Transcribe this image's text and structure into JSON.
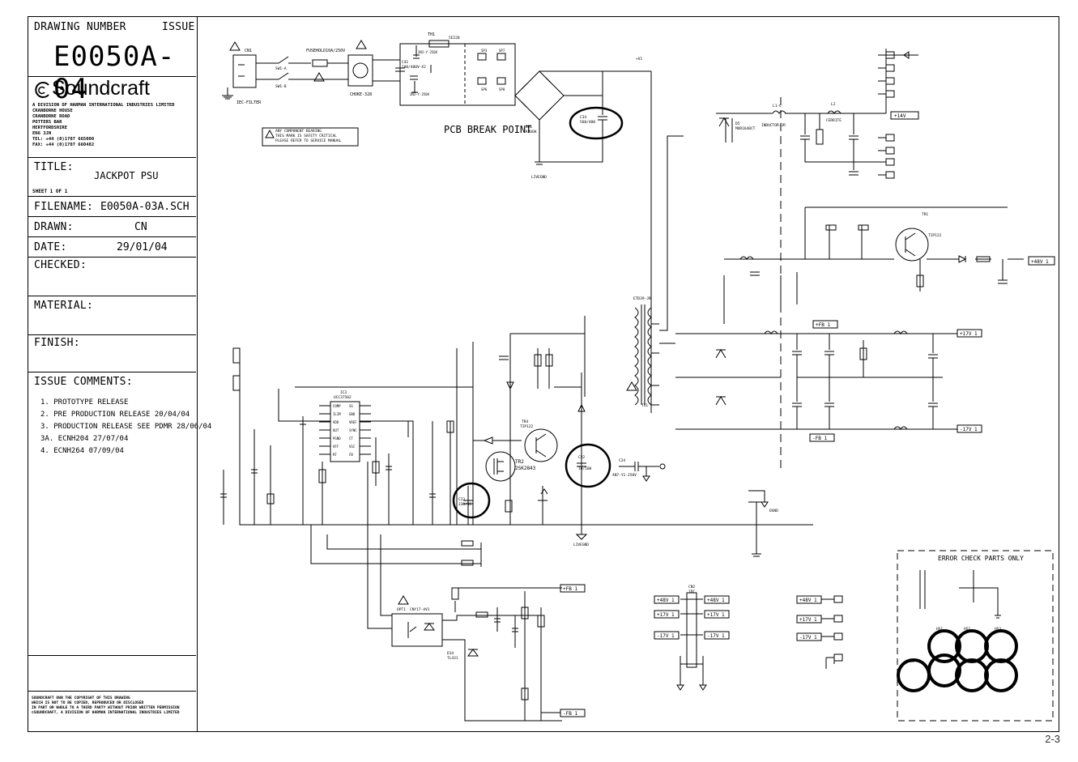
{
  "title_block": {
    "drawing_number_label": "DRAWING NUMBER",
    "issue_label": "ISSUE",
    "drawing_number": "E0050A-04",
    "company": "Soundcraft",
    "address": [
      "A DIVISION OF HARMAN INTERNATIONAL INDUSTRIES LIMITED",
      "CRANBORNE HOUSE",
      "CRANBORNE ROAD",
      "POTTERS BAR",
      "HERTFORDSHIRE",
      "EN6 3JN",
      "TEL: +44 (0)1707 665000",
      "FAX: +44 (0)1707 660482"
    ],
    "title_label": "TITLE:",
    "title": "JACKPOT PSU",
    "sheet": "SHEET 1 OF 1",
    "filename_label": "FILENAME:",
    "filename": "E0050A-03A.SCH",
    "drawn_label": "DRAWN:",
    "drawn": "CN",
    "date_label": "DATE:",
    "date": "29/01/04",
    "checked_label": "CHECKED:",
    "material_label": "MATERIAL:",
    "finish_label": "FINISH:",
    "issue_comments_label": "ISSUE COMMENTS:",
    "issue_comments": [
      "1. PROTOTYPE RELEASE",
      "2. PRE PRODUCTION RELEASE 20/04/04",
      "3. PRODUCTION RELEASE SEE PDMR 28/06/04",
      "3A. ECNH204 27/07/04",
      "4. ECNH264 07/09/04"
    ],
    "copyright": [
      "SOUNDCRAFT OWN THE COPYRIGHT OF THIS DRAWING",
      "WHICH IS NOT TO BE COPIED, REPRODUCED OR DISCLOSED",
      "IN PART OR WHOLE TO A THIRD PARTY WITHOUT PRIOR WRITTEN PERMISSION",
      "©SOUNDCRAFT, A DIVISION OF HARMAN INTERNATIONAL INDUSTRIES LIMITED"
    ]
  },
  "schematic": {
    "pcb_break_point": "PCB BREAK POINT",
    "safety_note": [
      "ANY COMPONENT BEARING",
      "THIS MARK IS SAFETY CRITICAL",
      "PLEASE REFER TO SERVICE MANUAL"
    ],
    "iec_filter": "IEC-FILTER",
    "cn1": "CN1",
    "fuse": "FUSEHOLD10A/250V",
    "choke": "CHOKE-328",
    "th1": "TH1",
    "th1_value": "5E220",
    "c41": "C41",
    "c41_value": "100/400V-X2",
    "c34": "C34",
    "c34_value": "560/400",
    "br1": "BR1",
    "br1_value": "KBU6K",
    "livegnd": "LIVEGND",
    "v1": "+V1",
    "ic3": "IC3",
    "ic3_part": "UCC37502",
    "ic3_pins_left": [
      "COMP",
      "ILIM",
      "VDD",
      "OUT",
      "PGND",
      "VFF",
      "RT"
    ],
    "ic3_pins_right": [
      "SS",
      "GND",
      "VREF",
      "SYNC",
      "CT",
      "VSC",
      "FB"
    ],
    "tr2": "TR2",
    "tr2_part": "2SK2843",
    "tr4": "TR4",
    "tr4_part": "TIP122",
    "c22": "C22",
    "c22_value": "10/100",
    "c23": "C23",
    "c23_value": "330/35",
    "tx1": "TX1",
    "tx1_part": "ETD39-JR",
    "opt1": "OPT1",
    "opt1_part": "CNY17-4V1",
    "d14": "D14",
    "d14_part": "TL431",
    "rails": [
      "+14V",
      "+48V 1",
      "+17V 1",
      "-17V 1",
      "+FB 1",
      "-FB 1"
    ],
    "l1c": "L1-C",
    "l1c_type": "INDUCTOR-JR",
    "l2": "L2",
    "l2_type": "FERRITE",
    "d5": "D5",
    "d5_part": "MUR1640CT",
    "tr1": "TR1",
    "tr1_part": "TIP122",
    "c24": "C24",
    "c24_value": "4N7-Y1-250V",
    "error_check": "ERROR CHECK PARTS ONLY",
    "heatsinks": [
      "HS1",
      "HS2",
      "HS3",
      "HS10"
    ],
    "cn2": "CN2",
    "cn2_part": "IDC",
    "dgnd": "DGND",
    "connector_labels": [
      "+48V 1",
      "+17V 1",
      "-17V 1",
      "+48V 1",
      "+17V 1",
      "-17V 1"
    ]
  },
  "page_number": "2-3"
}
